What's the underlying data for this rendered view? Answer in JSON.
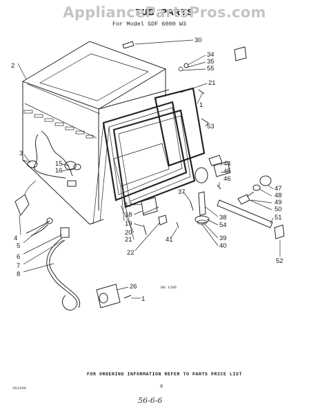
{
  "header": {
    "watermark": "AppliancePartsPros.com",
    "title": "TUB PARTS",
    "subtitle": "For Model SDF 6000 W3"
  },
  "labels": [
    "30",
    "34",
    "35",
    "55",
    "21",
    "1",
    "53",
    "44",
    "45",
    "46",
    "47",
    "48",
    "49",
    "50",
    "51",
    "52",
    "2",
    "3",
    "15",
    "16",
    "4",
    "5",
    "6",
    "7",
    "8",
    "17",
    "18",
    "19",
    "20",
    "21",
    "22",
    "41",
    "37",
    "38",
    "54",
    "39",
    "40",
    "26",
    "1"
  ],
  "figure_code": "DW 1296",
  "footer": {
    "note": "FOR ORDERING INFORMATION REFER TO PARTS PRICE LIST",
    "page_number": "6",
    "corner_code": "351296",
    "handwritten": "56-6-6"
  }
}
